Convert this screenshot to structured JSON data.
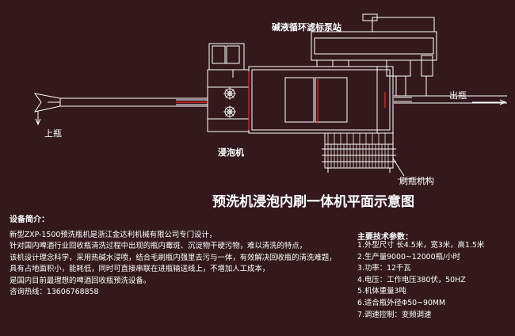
{
  "diagram": {
    "title": "预洗机浸泡内刷一体机平面示意图",
    "labels": {
      "pump": "碱液循环滤标泵站",
      "outlet": "出瓶",
      "inlet": "上瓶",
      "soak": "浸泡机",
      "brush": "刷瓶机构"
    }
  },
  "description": {
    "title": "设备简介：",
    "lines": [
      "新型ZXP-1500预洗瓶机是浙江金达利机械有限公司专门设计，",
      "针对国内啤酒行业回收瓶清洗过程中出现的瓶内霉斑、沉淀物干硬污物，难以清洗的特点，",
      "该机设计理念科学，采用热碱水浸喷，结合毛刷瓶内强里去污与一体，有效解决回收瓶的清洗难题，",
      "具有占地面积小，能耗低，同时可直接串联在进瓶输送线上，不增加人工成本，",
      "是国内目前最理想的啤酒回收瓶预洗设备。",
      "咨询热线：13606768858"
    ]
  },
  "specs": {
    "title": "主要技术参数：",
    "items": [
      "1.外型尺寸    长4.5米，宽3米，高1.5米",
      "2.生产量9000~12000瓶/小时",
      "3.功率：12千瓦",
      "4.电压：工作电压380伏，50HZ",
      "5.机体重量3吨",
      "6.适合瓶外径Φ50~90MM",
      "7.调速控制：变频调速"
    ]
  },
  "colors": {
    "background": "#33191c",
    "lines": "#ffffff",
    "accent": "#ff2020"
  }
}
